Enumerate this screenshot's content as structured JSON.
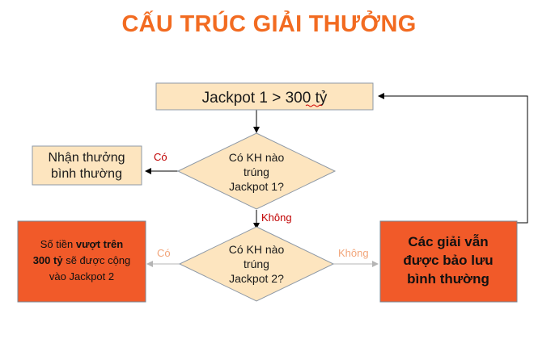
{
  "title": "CẤU TRÚC GIẢI THƯỞNG",
  "colors": {
    "title": "#f26b21",
    "box_fill": "#fde5bf",
    "box_stroke": "#8e99a6",
    "orange_box": "#f15a29",
    "orange_box_stroke": "#7a8591",
    "label_red": "#c00000",
    "label_faded": "#f2a57a",
    "arrow": "#000000",
    "arrow_faded": "#c9c9c9",
    "spell_underline": "#d10000"
  },
  "nodes": {
    "jackpot": {
      "text": "Jackpot 1 > 300 tỷ"
    },
    "question1": {
      "lines": [
        "Có KH nào",
        "trúng",
        "Jackpot 1?"
      ]
    },
    "normal_prize": {
      "lines": [
        "Nhận thưởng",
        "bình thường"
      ]
    },
    "question2": {
      "lines": [
        "Có KH nào",
        "trúng",
        "Jackpot 2?"
      ]
    },
    "amount_box": {
      "line1_prefix": "Số tiền ",
      "line1_bold": "vượt trên",
      "line2_bold": "300 tỷ",
      "line2_rest": " sẽ được cộng",
      "line3": "vào Jackpot 2"
    },
    "kept_box": {
      "lines": [
        "Các giải vẫn",
        "được bảo lưu",
        "bình thường"
      ]
    }
  },
  "edge_labels": {
    "q1_yes": "Có",
    "q1_no": "Không",
    "q2_yes": "Có",
    "q2_no": "Không"
  }
}
